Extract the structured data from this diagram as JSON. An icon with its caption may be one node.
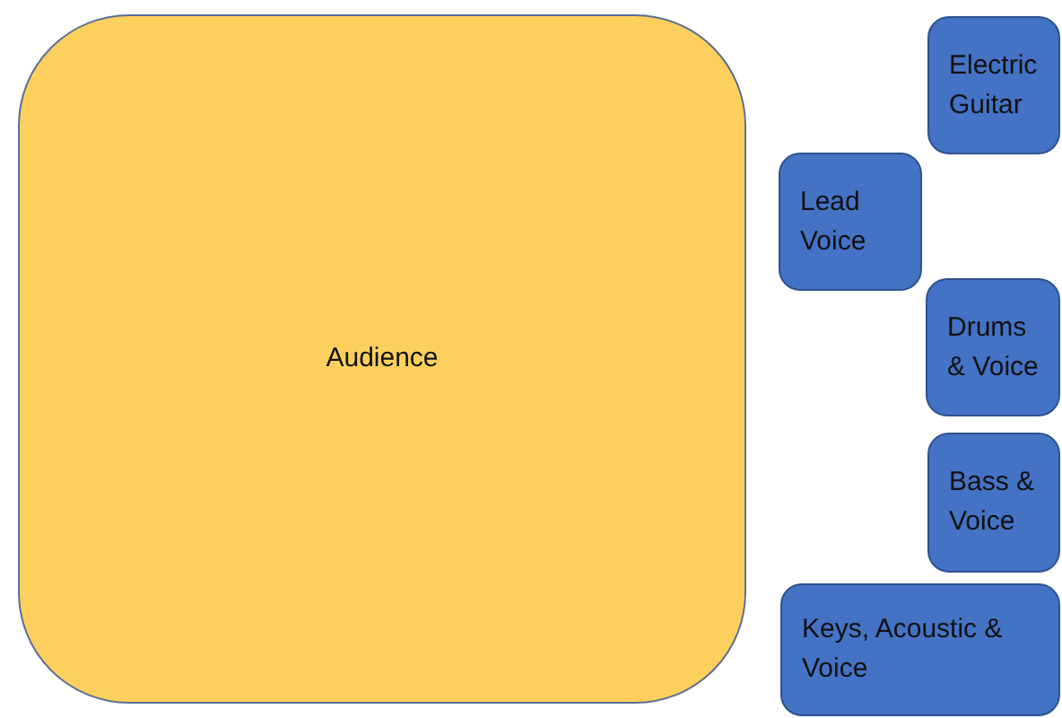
{
  "diagram": {
    "nodes": [
      {
        "text": [
          "Audience"
        ]
      },
      {
        "text": [
          "Electric Guitar"
        ]
      },
      {
        "text": [
          "Lead Voice"
        ]
      },
      {
        "text": [
          "Drums & Voice"
        ]
      },
      {
        "text": [
          "Bass & Voice"
        ]
      },
      {
        "text": [
          "Keys, Acoustic & Voice"
        ]
      }
    ]
  }
}
